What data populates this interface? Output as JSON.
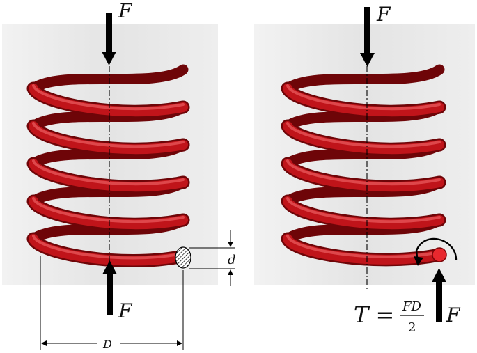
{
  "labels": {
    "force": "F",
    "wire_diameter": "d",
    "coil_diameter": "D",
    "torque_lhs": "T =",
    "torque_numerator": "FD",
    "torque_denominator": "2"
  },
  "colors": {
    "spring": "#c0141a",
    "spring_dark": "#6e0508",
    "spring_light": "#e8585c",
    "panel": "#e9e9e9",
    "arrow": "#000000"
  }
}
